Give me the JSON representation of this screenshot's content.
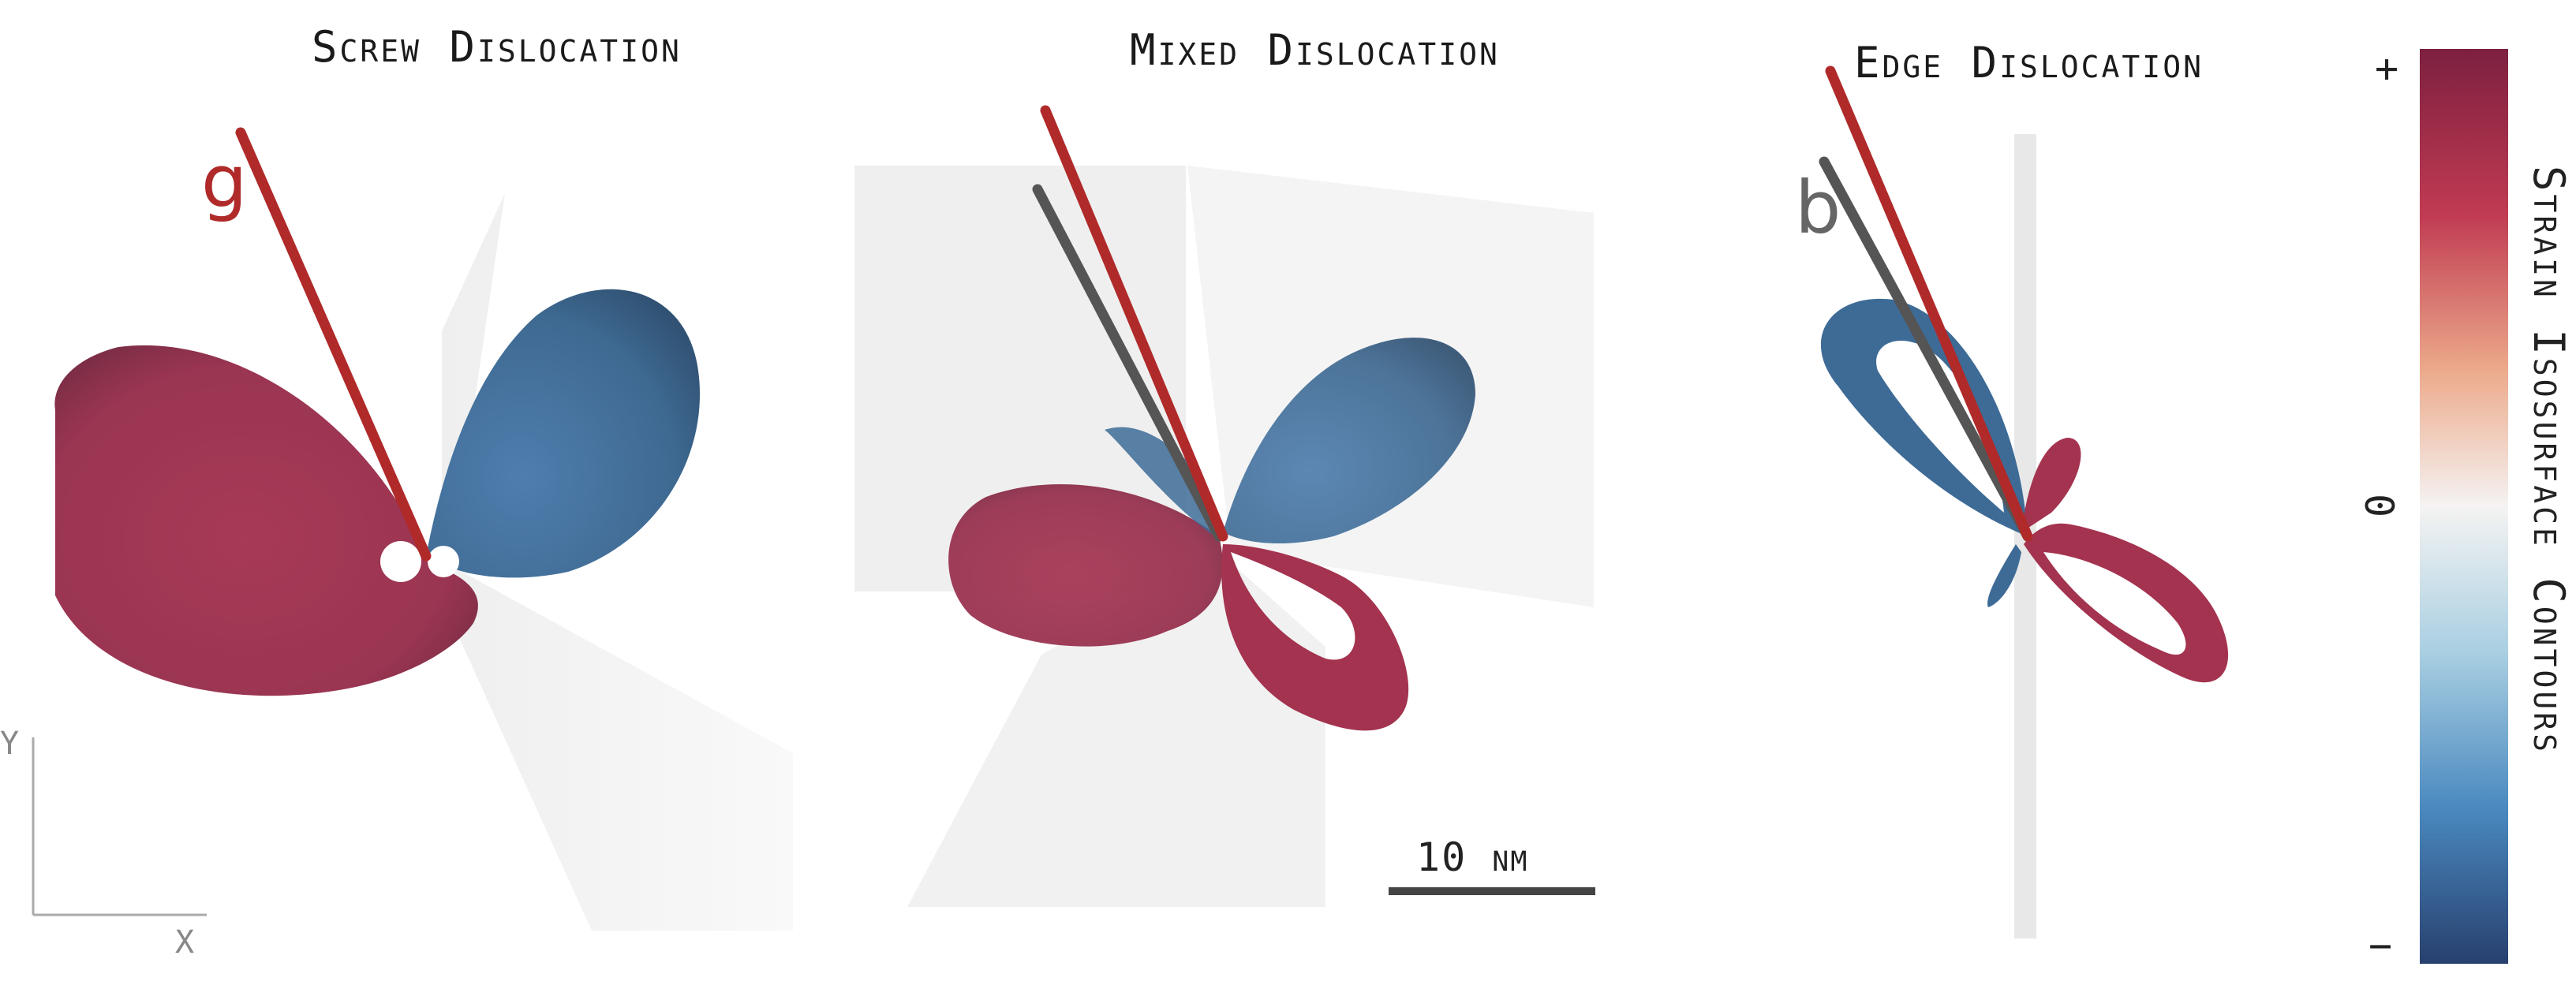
{
  "panels": {
    "screw": {
      "title": "Screw Dislocation"
    },
    "mixed": {
      "title": "Mixed Dislocation"
    },
    "edge": {
      "title": "Edge Dislocation"
    }
  },
  "vectors": {
    "g_label": "g",
    "b_label": "b"
  },
  "axes": {
    "y_label": "Y",
    "x_label": "X"
  },
  "scale_bar": {
    "label": "10 nm"
  },
  "colorbar": {
    "title": "Strain Isosurface Contours",
    "ticks": {
      "top": "+",
      "middle": "0",
      "bottom": "−"
    }
  },
  "colors": {
    "positive": "#a3334f",
    "negative": "#3d6b96",
    "g_vector": "#b02a2a",
    "b_vector": "#555555",
    "plane": "#e6e6e6"
  }
}
